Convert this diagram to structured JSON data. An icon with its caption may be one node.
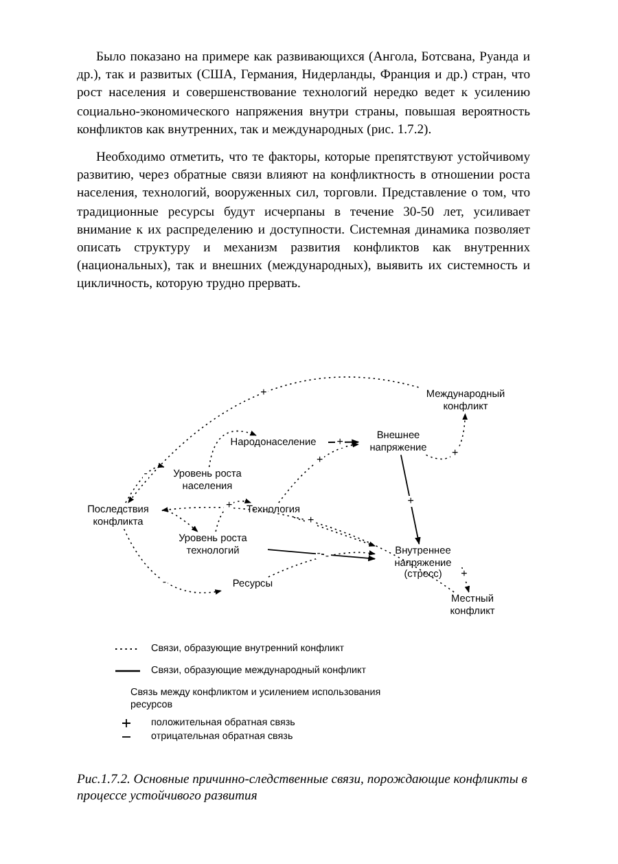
{
  "diagram": {
    "caption": "Рис.1.7.2. Основные причинно-следственные связи, порождающие конфликты в процессе устойчивого развития",
    "nodes": [
      {
        "text": [
          "Международный конфликт"
        ]
      },
      {
        "text": [
          "Народонаселение"
        ]
      },
      {
        "text": [
          "Внешнее напряжение"
        ]
      },
      {
        "text": [
          "Уровень роста населения"
        ]
      },
      {
        "text": [
          "Последствия конфликта"
        ]
      },
      {
        "text": [
          "Технология"
        ]
      },
      {
        "text": [
          "Уровень роста технологий"
        ]
      },
      {
        "text": [
          "Внутреннее напряжение (стресс)"
        ]
      },
      {
        "text": [
          "Ресурсы"
        ]
      },
      {
        "text": [
          "Местный конфликт"
        ]
      }
    ],
    "edges": [
      {
        "from": 0,
        "to": 4,
        "arrow": "to",
        "label": "+",
        "style": "dashed"
      },
      {
        "from": 2,
        "to": 0,
        "arrow": "to",
        "label": "+",
        "style": "dashed"
      },
      {
        "from": 1,
        "to": 2,
        "arrow": "to",
        "label": "+"
      },
      {
        "from": 3,
        "to": 1,
        "arrow": "to",
        "style": "dashed"
      },
      {
        "from": 4,
        "to": 3,
        "arrow": "to",
        "label": "-",
        "style": "dashed"
      },
      {
        "from": 4,
        "to": 6,
        "arrow": "to",
        "style": "dashed"
      },
      {
        "from": 6,
        "to": 5,
        "arrow": "to",
        "label": "+",
        "style": "dashed"
      },
      {
        "from": 5,
        "to": 2,
        "arrow": "to",
        "label": "+",
        "style": "dashed"
      },
      {
        "from": 2,
        "to": 7,
        "arrow": "to",
        "label": "+"
      },
      {
        "from": 5,
        "to": 7,
        "arrow": "to",
        "style": "dashed"
      },
      {
        "from": 6,
        "to": 7,
        "arrow": "to",
        "label": "-"
      },
      {
        "from": 8,
        "to": 7,
        "arrow": "to",
        "label": "-",
        "style": "dashed"
      },
      {
        "from": 4,
        "to": 8,
        "arrow": "to",
        "label": "-",
        "style": "dashed"
      },
      {
        "from": 7,
        "to": 9,
        "arrow": "to",
        "label": "+",
        "style": "dashed"
      },
      {
        "from": 9,
        "to": 4,
        "arrow": "to",
        "label": "+",
        "style": "dashed"
      }
    ],
    "labels": [
      "Было показано на примере как развивающихся (Ангола, Ботсвана, Руанда и др.), так и развитых (США, Германия, Нидерланды, Франция и др.) стран, что рост населения и совершенствование технологий нередко ведет к усилению социально-экономического напряжения внутри страны, повышая вероятность конфликтов как внутренних, так и международных (рис. 1.7.2).",
      "Необходимо отметить, что те факторы, которые препятствуют устойчивому развитию, через обратные связи влияют на конфликтность в отношении роста населения, технологий, вооруженных сил, торговли. Представление о том, что традиционные ресурсы будут исчерпаны в течение 30-50 лет, усиливает внимание к их распределению и доступности. Системная динамика позволяет описать структуру и механизм развития конфликтов как внутренних (национальных), так и внешних (международных), выявить их системность и цикличность, которую трудно прервать.",
      "Связь между конфликтом и усилением использования ресурсов"
    ],
    "legend": [
      {
        "text": "Связи, образующие внутренний конфликт"
      },
      {
        "text": "Связи, образующие международный конфликт"
      },
      {
        "text": "положительная обратная связь"
      },
      {
        "text": "отрицательная обратная связь"
      }
    ]
  }
}
